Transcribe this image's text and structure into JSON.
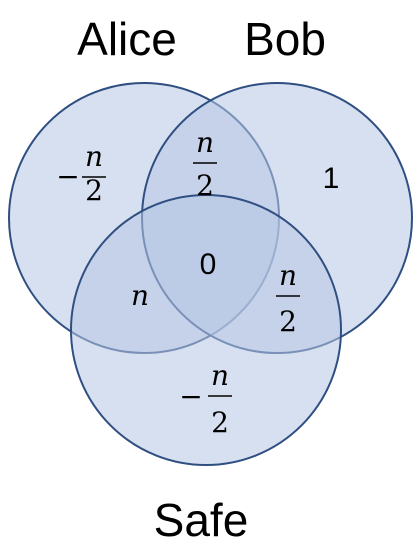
{
  "sets": {
    "alice": {
      "label": "Alice"
    },
    "bob": {
      "label": "Bob"
    },
    "safe": {
      "label": "Safe"
    }
  },
  "regions": {
    "alice_only": {
      "sign": "−",
      "numerator": "n",
      "denominator": "2"
    },
    "alice_bob": {
      "sign": "",
      "numerator": "n",
      "denominator": "2"
    },
    "bob_only": {
      "value": "1"
    },
    "all_three": {
      "value": "0"
    },
    "alice_safe": {
      "value": "n"
    },
    "bob_safe": {
      "sign": "",
      "numerator": "n",
      "denominator": "2"
    },
    "safe_only": {
      "sign": "−",
      "numerator": "n",
      "denominator": "2"
    }
  },
  "colors": {
    "circle_fill": "#b7c7e3",
    "circle_stroke": "#2f4f82"
  }
}
